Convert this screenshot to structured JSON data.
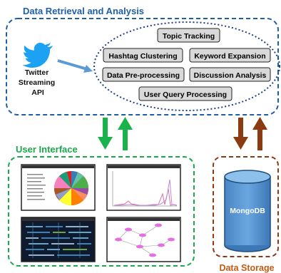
{
  "sections": {
    "retrieval_title": "Data Retrieval and Analysis",
    "ui_title": "User Interface",
    "storage_title": "Data Storage"
  },
  "twitter": {
    "line1": "Twitter",
    "line2": "Streaming",
    "line3": "API",
    "icon": "twitter-bird-icon"
  },
  "modules": {
    "topic": "Topic Tracking",
    "hashtag": "Hashtag Clustering",
    "keyword": "Keyword Expansion",
    "preprocessing": "Data Pre-processing",
    "discussion": "Discussion Analysis",
    "query": "User Query Processing"
  },
  "storage": {
    "db": "MongoDB"
  },
  "colors": {
    "retrieval_border": "#1f5fa8",
    "ui_border": "#1aa84a",
    "storage_border": "#8a3b12",
    "twitter_blue": "#1da1f2",
    "module_fill": "#d9d9d9",
    "db_fill": "#5b9bd5",
    "ui_arrow": "#19b24b",
    "storage_arrow": "#8a3b12"
  }
}
